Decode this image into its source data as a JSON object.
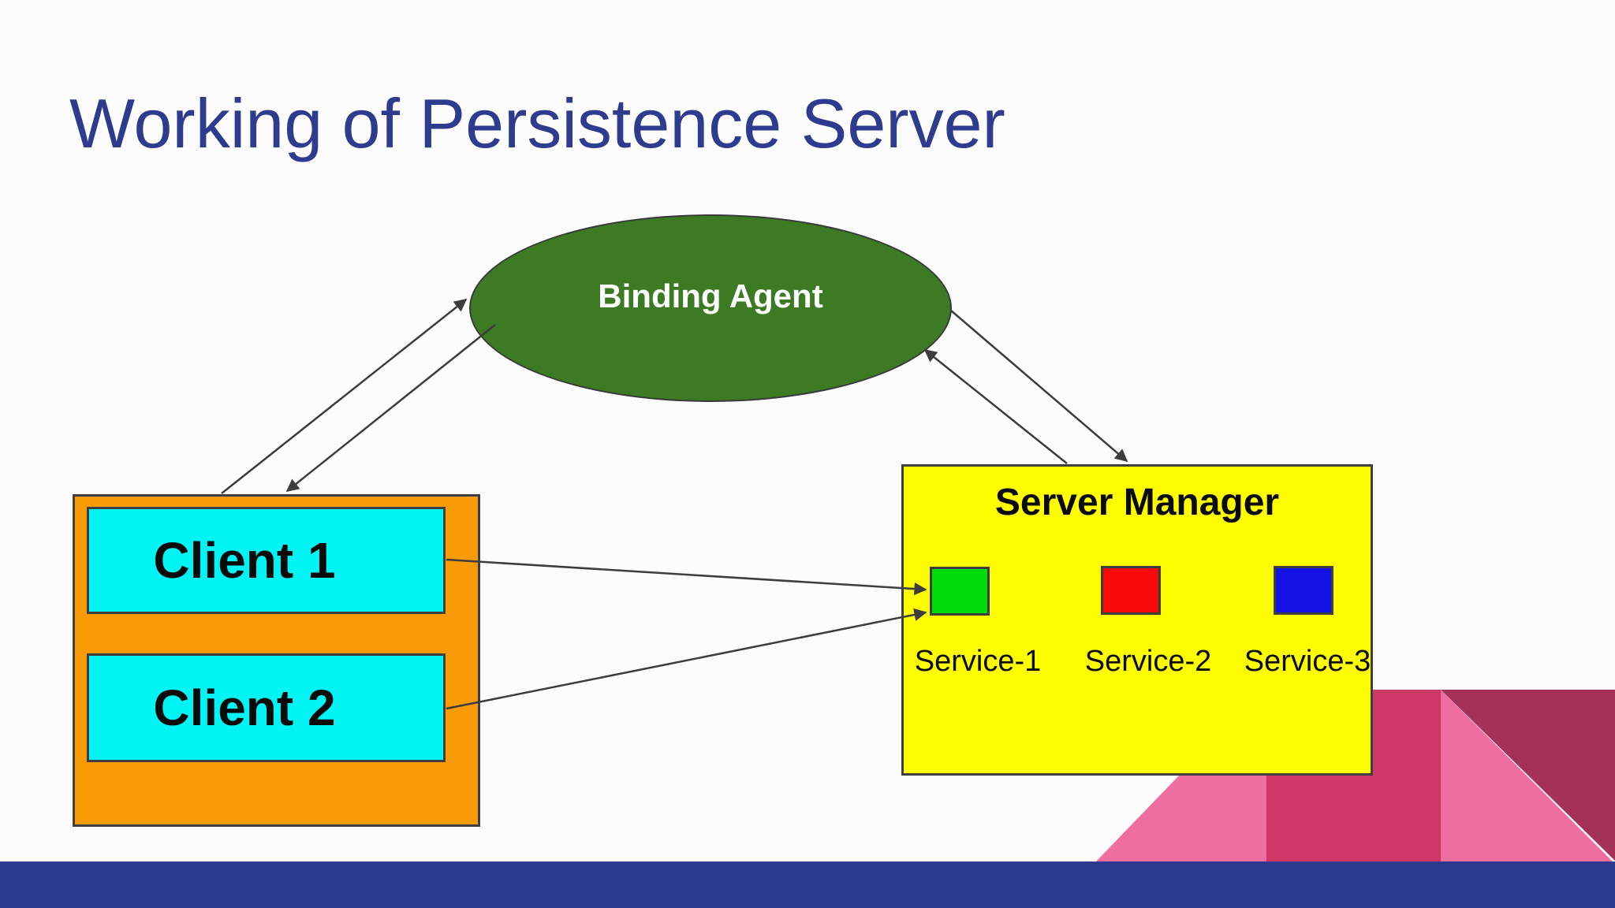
{
  "slide": {
    "title": "Working of Persistence Server",
    "title_color": "#2e3b8e",
    "background_color": "#fcfcfc"
  },
  "diagram": {
    "binding_agent": {
      "label": "Binding Agent",
      "fill": "#3c7b23",
      "text_color": "#ffffff"
    },
    "client_group": {
      "fill": "#f99b05",
      "clients": [
        {
          "label": "Client 1",
          "fill": "#00f4f4"
        },
        {
          "label": "Client 2",
          "fill": "#00f4f4"
        }
      ]
    },
    "server_manager": {
      "title": "Server Manager",
      "fill": "#fdfd00",
      "services": [
        {
          "label": "Service-1",
          "color": "#00dd0a"
        },
        {
          "label": "Service-2",
          "color": "#fa0808"
        },
        {
          "label": "Service-3",
          "color": "#1512e6"
        }
      ]
    },
    "connections": [
      {
        "from": "Client group",
        "to": "Binding Agent",
        "style": "arrow"
      },
      {
        "from": "Binding Agent",
        "to": "Client group",
        "style": "arrow"
      },
      {
        "from": "Binding Agent",
        "to": "Server Manager",
        "style": "arrow"
      },
      {
        "from": "Server Manager",
        "to": "Binding Agent",
        "style": "arrow"
      },
      {
        "from": "Client 1",
        "to": "Service-1",
        "style": "arrow"
      },
      {
        "from": "Client 2",
        "to": "Service-1",
        "style": "arrow"
      }
    ],
    "arrow_color": "#3d3d3d"
  },
  "footer": {
    "bar_color": "#2b3a8e",
    "decoration_colors": [
      "#ee6f9f",
      "#cd3867",
      "#a33158"
    ]
  }
}
